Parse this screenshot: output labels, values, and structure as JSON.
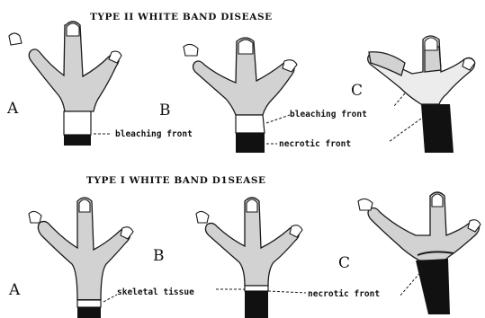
{
  "type2": {
    "title": "TYPE II WHITE BAND DISEASE",
    "panels": [
      "A",
      "B",
      "C"
    ],
    "labels": {
      "bleaching_front_a": "bleaching front",
      "bleaching_front_bc": "bleaching front",
      "necrotic_front": "necrotic front"
    }
  },
  "type1": {
    "title": "TYPE I WHITE BAND D1SEASE",
    "panels": [
      "A",
      "B",
      "C"
    ],
    "labels": {
      "skeletal_tissue": "skeletal tissue",
      "necrotic_front": "necrotic front"
    }
  },
  "colors": {
    "live_tissue": "#d2d2d2",
    "bleached": "#ffffff",
    "necrotic": "#111111",
    "outline": "#1a1a1a"
  }
}
